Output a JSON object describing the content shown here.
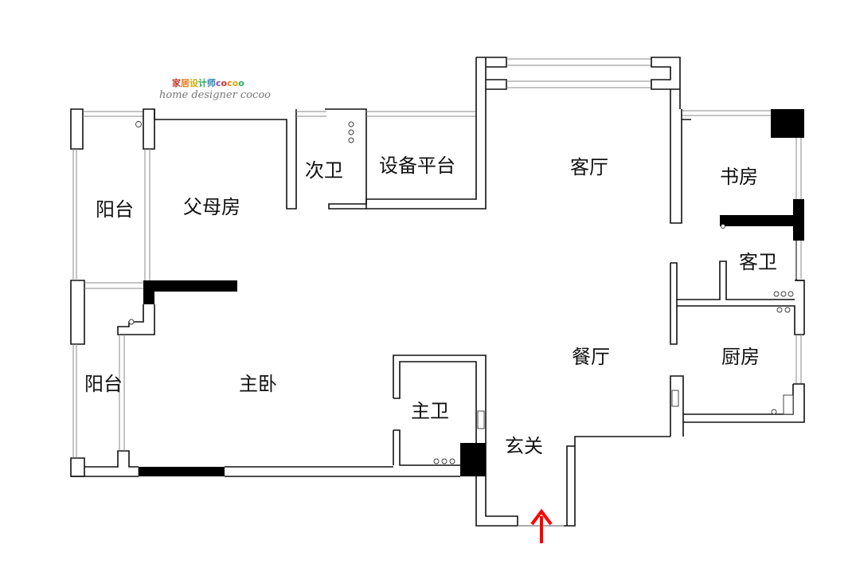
{
  "watermark": {
    "top": "家居设计师cocoo",
    "bottom": "home designer cocoo"
  },
  "rooms": [
    {
      "key": "balcony_upper",
      "label": "阳台"
    },
    {
      "key": "parents_room",
      "label": "父母房"
    },
    {
      "key": "second_bath",
      "label": "次卫"
    },
    {
      "key": "equipment_platform",
      "label": "设备平台"
    },
    {
      "key": "living_room",
      "label": "客厅"
    },
    {
      "key": "study",
      "label": "书房"
    },
    {
      "key": "guest_bath",
      "label": "客卫"
    },
    {
      "key": "balcony_lower",
      "label": "阳台"
    },
    {
      "key": "master_bedroom",
      "label": "主卧"
    },
    {
      "key": "master_bath",
      "label": "主卫"
    },
    {
      "key": "dining_room",
      "label": "餐厅"
    },
    {
      "key": "kitchen",
      "label": "厨房"
    },
    {
      "key": "foyer",
      "label": "玄关"
    }
  ],
  "colors": {
    "wall": "#111111",
    "solid_wall": "#000000",
    "entrance_arrow": "#ff0000",
    "background": "#ffffff"
  }
}
